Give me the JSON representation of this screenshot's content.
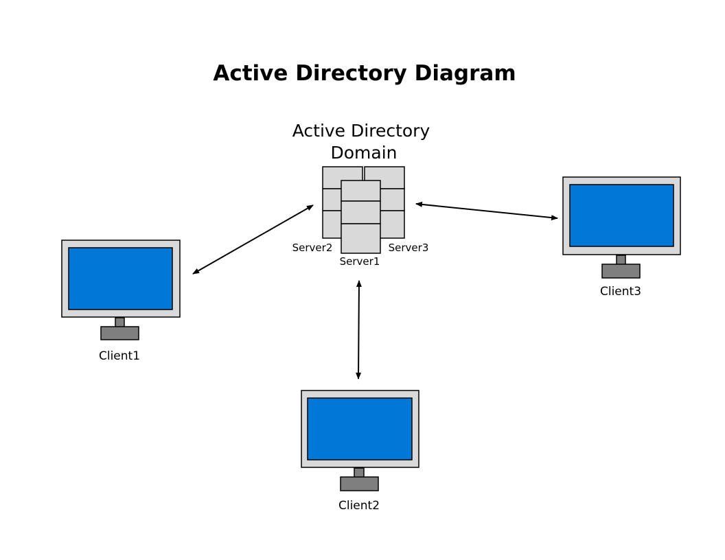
{
  "title": "Active Directory Diagram",
  "domain": {
    "label_line1": "Active Directory",
    "label_line2": "Domain"
  },
  "servers": {
    "server1": "Server1",
    "server2": "Server2",
    "server3": "Server3"
  },
  "clients": {
    "client1": "Client1",
    "client2": "Client2",
    "client3": "Client3"
  },
  "colors": {
    "screen": "#0078d7",
    "frame": "#d9d9d9",
    "stand": "#7f7f7f"
  }
}
